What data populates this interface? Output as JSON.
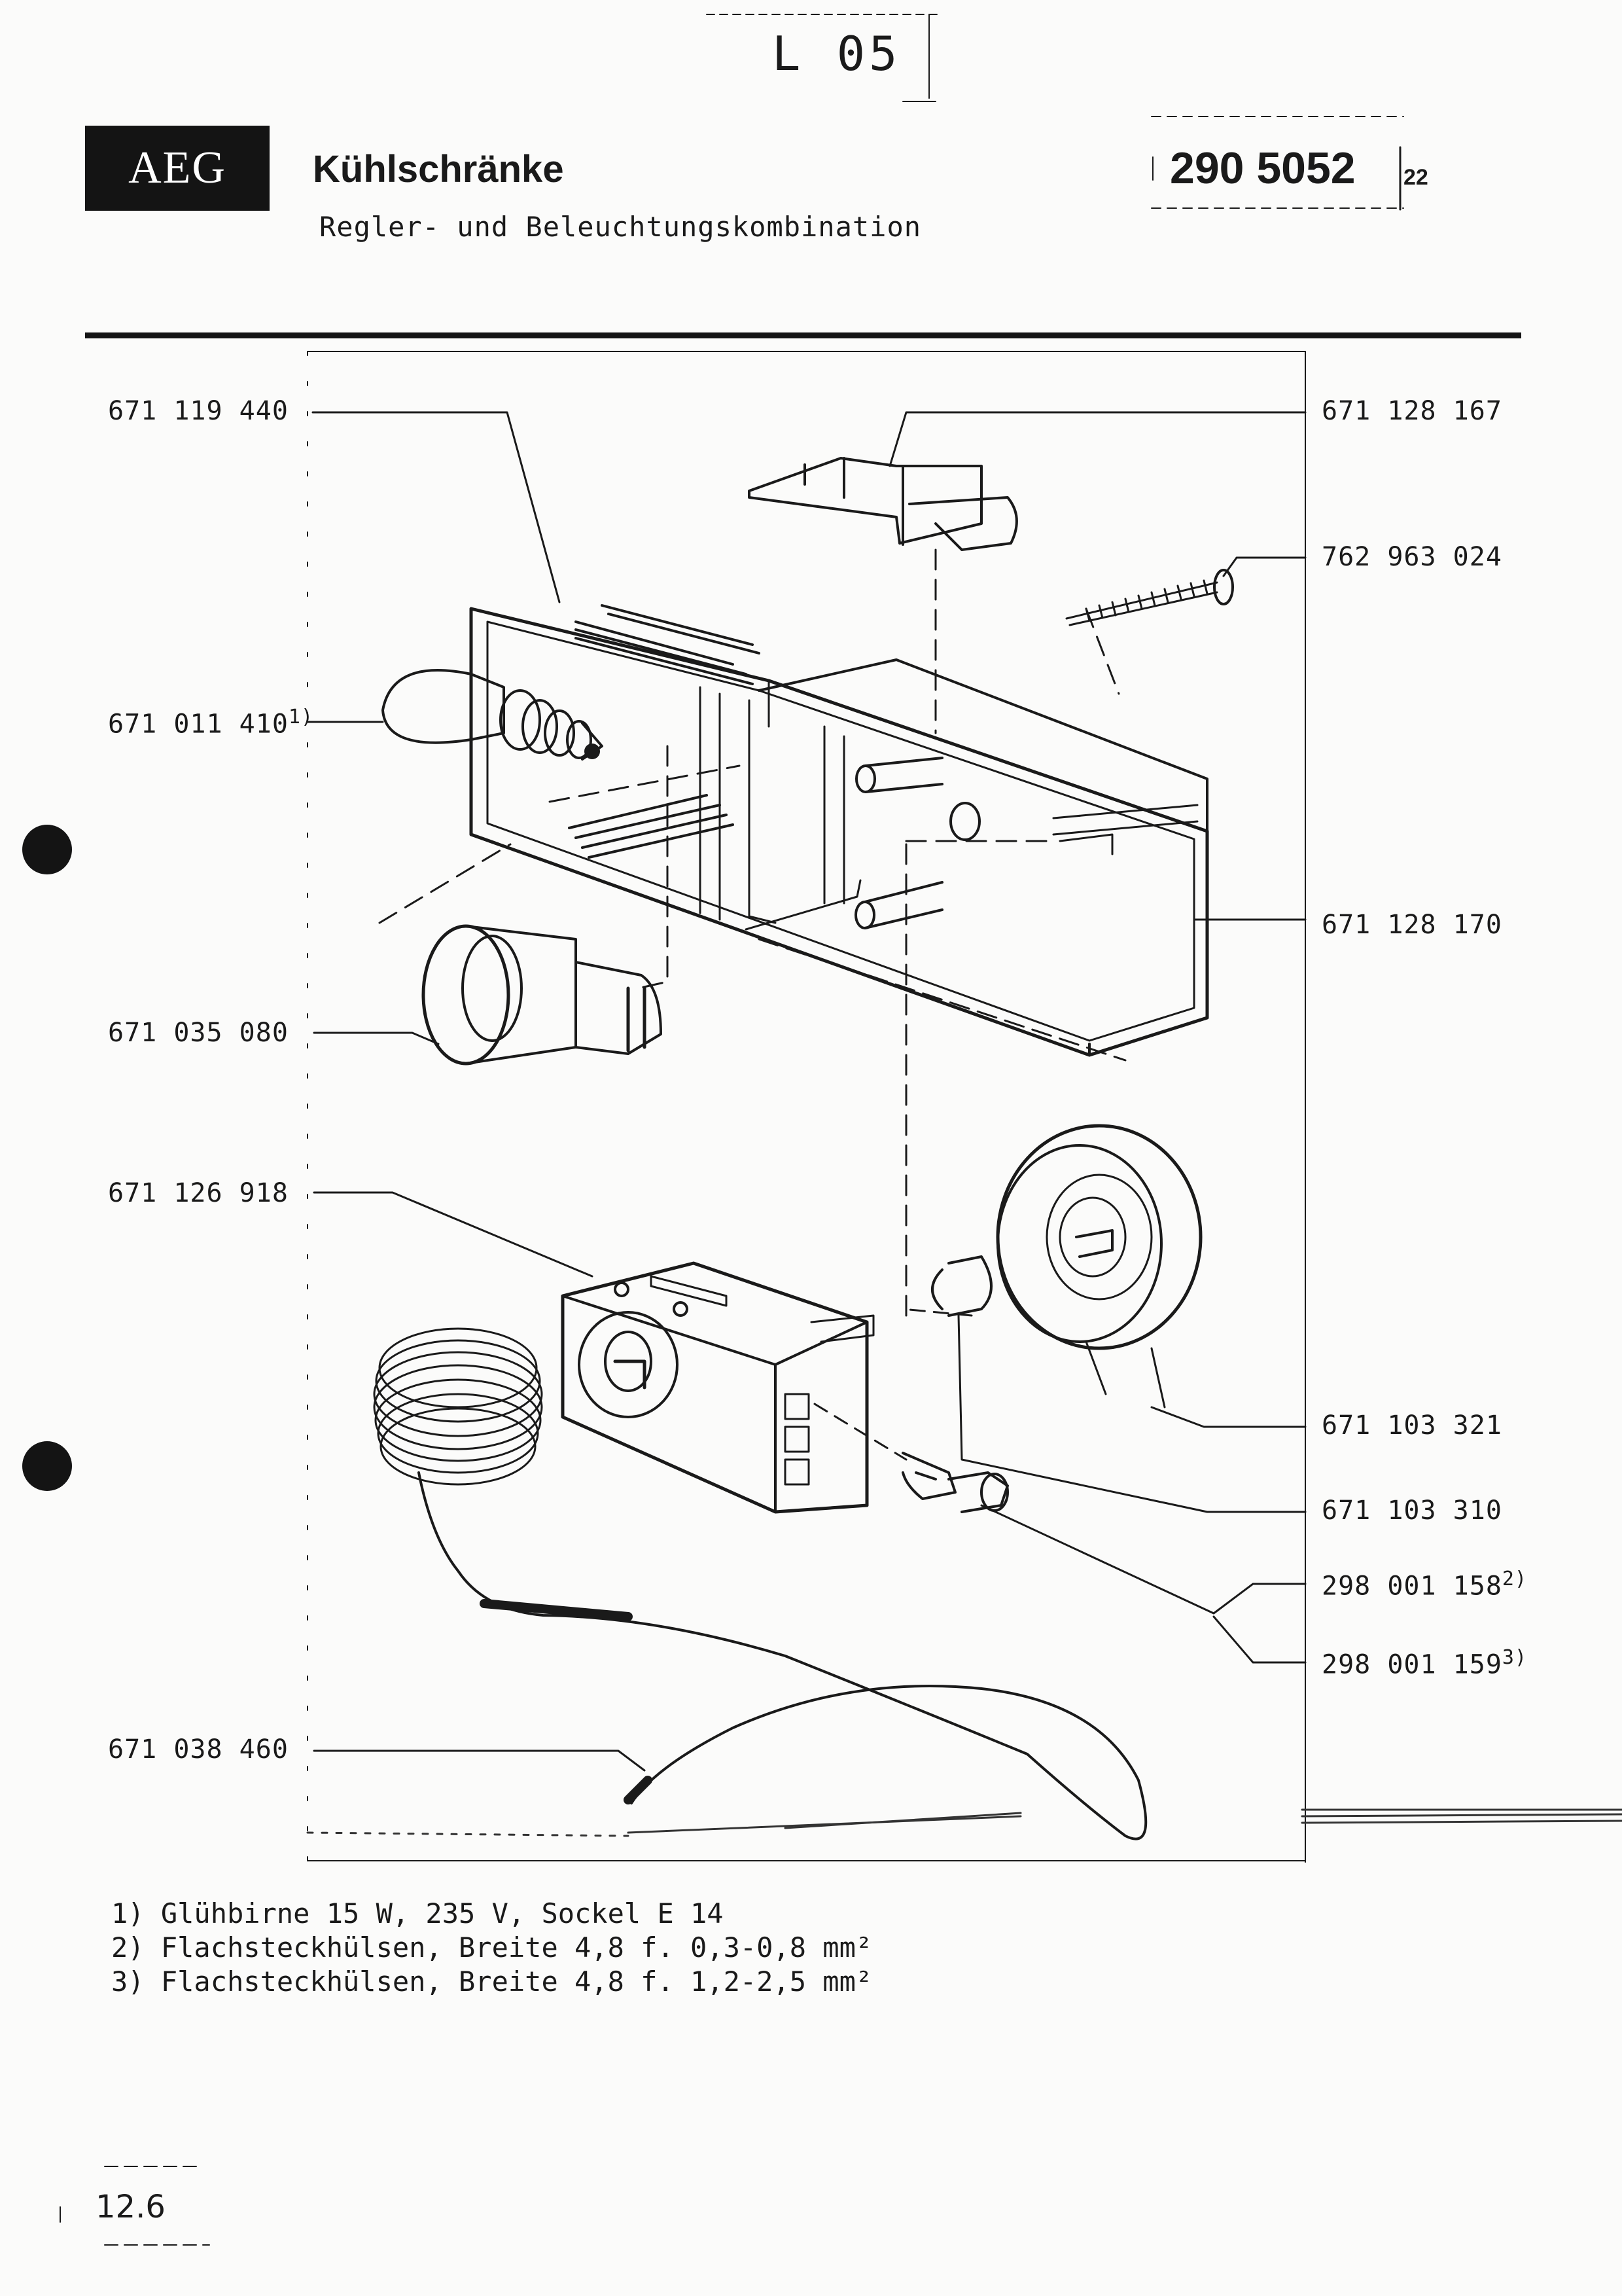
{
  "header": {
    "sheet_code": "L 05",
    "brand": "AEG",
    "title": "Kühlschränke",
    "subtitle": "Regler- und Beleuchtungskombination",
    "doc_number": "290 5052",
    "doc_suffix": "22"
  },
  "parts": {
    "housing_cover": "671 119 440",
    "bulb": "671 011 410",
    "bulb_ref": "1)",
    "lamp_socket": "671 035 080",
    "thermostat": "671 126 918",
    "capillary_tube": "671 038 460",
    "switch": "671 128 167",
    "screw": "762 963 024",
    "housing": "671 128 170",
    "knob": "671 103 321",
    "knob_clip": "671 103 310",
    "terminal_a": "298 001 158",
    "terminal_a_ref": "2)",
    "terminal_b": "298 001 159",
    "terminal_b_ref": "3)"
  },
  "footnotes": [
    "1) Glühbirne 15 W, 235 V, Sockel E 14",
    "2) Flachsteckhülsen, Breite 4,8 f. 0,3-0,8 mm²",
    "3) Flachsteckhülsen, Breite 4,8 f. 1,2-2,5 mm²"
  ],
  "page_number": "12.6"
}
